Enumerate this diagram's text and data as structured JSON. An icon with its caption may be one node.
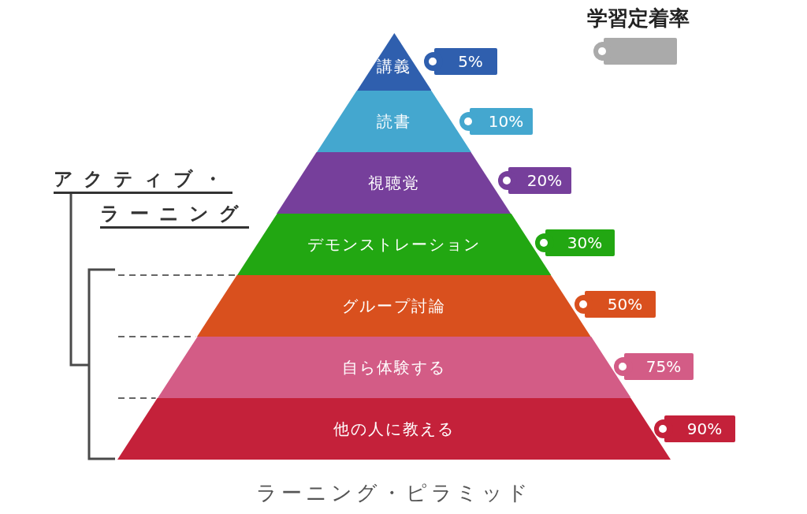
{
  "diagram": {
    "caption": "ラーニング・ピラミッド",
    "nodes": [
      {
        "text": [
          "講義"
        ]
      },
      {
        "text": [
          "読書"
        ]
      },
      {
        "text": [
          "視聴覚"
        ]
      },
      {
        "text": [
          "デモンストレーション"
        ]
      },
      {
        "text": [
          "グループ討論"
        ]
      },
      {
        "text": [
          "自ら体験する"
        ]
      },
      {
        "text": [
          "他の人に教える"
        ]
      },
      {
        "text": [
          "5%"
        ]
      },
      {
        "text": [
          "10%"
        ]
      },
      {
        "text": [
          "20%"
        ]
      },
      {
        "text": [
          "30%"
        ]
      },
      {
        "text": [
          "50%"
        ]
      },
      {
        "text": [
          "75%"
        ]
      },
      {
        "text": [
          "90%"
        ]
      }
    ],
    "labels": [
      "アクティブ・ラーニング"
    ],
    "legend": [
      {
        "text": "学習定着率",
        "color": "#aaaaaa"
      }
    ]
  }
}
